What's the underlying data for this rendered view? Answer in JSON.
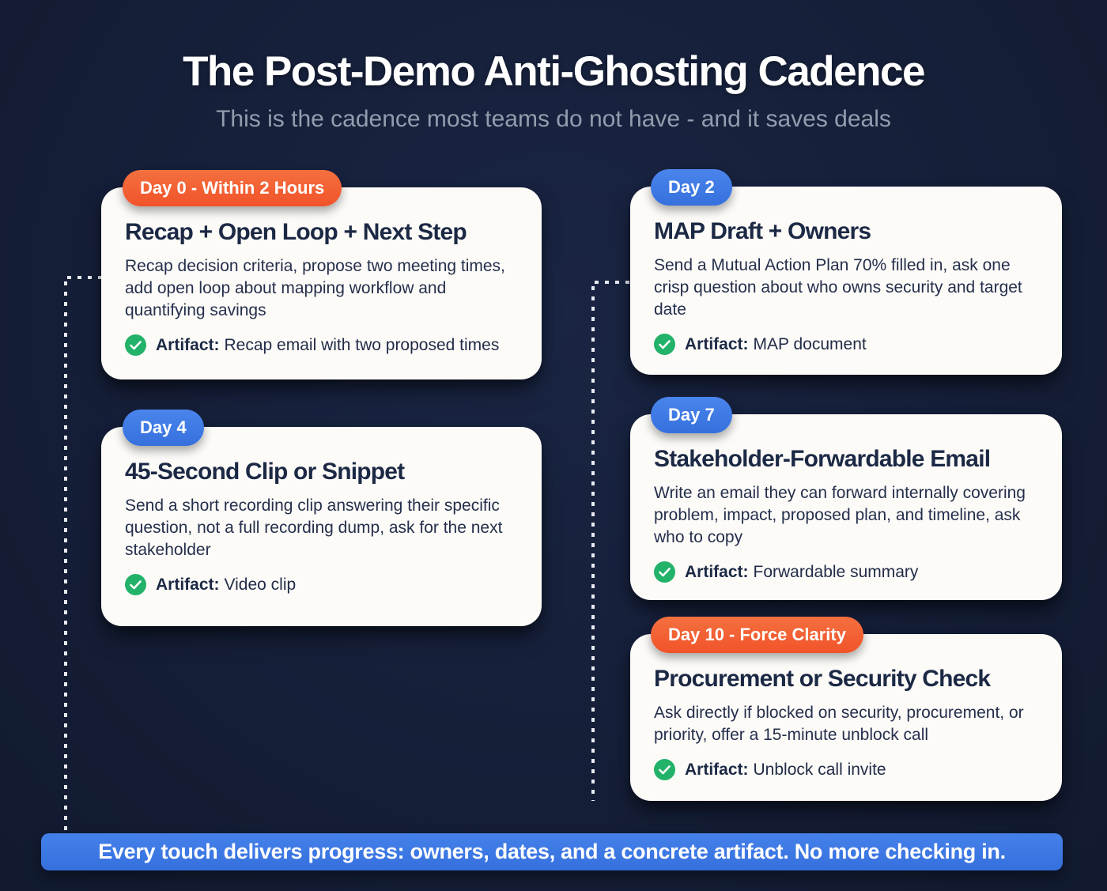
{
  "header": {
    "title": "The Post-Demo Anti-Ghosting Cadence",
    "subtitle": "This is the cadence most teams do not have - and it saves deals"
  },
  "cards": [
    {
      "badge": "Day 0 - Within 2 Hours",
      "accent": "orange",
      "title": "Recap + Open Loop + Next Step",
      "body": "Recap decision criteria, propose two meeting times, add open loop about mapping workflow and quantifying savings",
      "artifact_label": "Artifact:",
      "artifact": "Recap email with two proposed times"
    },
    {
      "badge": "Day 2",
      "accent": "blue",
      "title": "MAP Draft + Owners",
      "body": "Send a Mutual Action Plan 70% filled in, ask one crisp question about who owns security and target date",
      "artifact_label": "Artifact:",
      "artifact": "MAP document"
    },
    {
      "badge": "Day 4",
      "accent": "blue",
      "title": "45-Second Clip or Snippet",
      "body": "Send a short recording clip answering their specific question, not a full recording dump, ask for the next stakeholder",
      "artifact_label": "Artifact:",
      "artifact": "Video clip"
    },
    {
      "badge": "Day 7",
      "accent": "blue",
      "title": "Stakeholder-Forwardable Email",
      "body": "Write an email they can forward internally covering problem, impact, proposed plan, and timeline, ask who to copy",
      "artifact_label": "Artifact:",
      "artifact": "Forwardable summary"
    },
    {
      "badge": "Day 10 - Force Clarity",
      "accent": "orange",
      "title": "Procurement or Security Check",
      "body": "Ask directly if blocked on security, procurement, or priority, offer a 15-minute unblock call",
      "artifact_label": "Artifact:",
      "artifact": "Unblock call invite"
    }
  ],
  "footer": {
    "text": "Every touch delivers progress: owners, dates, and a concrete artifact. No more checking in."
  },
  "icons": {
    "artifact_check": "check-circle-icon"
  },
  "colors": {
    "background": "#141d35",
    "card_background": "#fcfbf8",
    "accent_orange": "#f1532a",
    "accent_blue": "#3b77e3",
    "check_green": "#22b269",
    "title_text": "#ffffff",
    "subtitle_text": "#949cae",
    "card_title_text": "#1c2945",
    "card_body_text": "#252f4c",
    "dotted_line": "#e8ebf1"
  }
}
